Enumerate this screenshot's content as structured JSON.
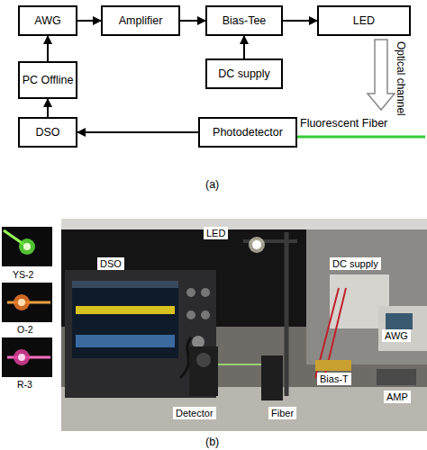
{
  "diagram": {
    "nodes": [
      {
        "text": [
          "AWG"
        ]
      },
      {
        "text": [
          "Amplifier"
        ]
      },
      {
        "text": [
          "Bias-Tee"
        ]
      },
      {
        "text": [
          "LED"
        ]
      },
      {
        "text": [
          "PC Offline"
        ]
      },
      {
        "text": [
          "DC supply"
        ]
      },
      {
        "text": [
          "DSO"
        ]
      },
      {
        "text": [
          "Photodetector"
        ]
      }
    ],
    "edges": [
      {
        "from": 0,
        "to": 1,
        "arrow": "to"
      },
      {
        "from": 1,
        "to": 2,
        "arrow": "to"
      },
      {
        "from": 2,
        "to": 3,
        "arrow": "to"
      },
      {
        "from": 5,
        "to": 2,
        "arrow": "to"
      },
      {
        "from": 4,
        "to": 0,
        "arrow": "to"
      },
      {
        "from": 6,
        "to": 4,
        "arrow": "to"
      },
      {
        "from": 7,
        "to": 6,
        "arrow": "to"
      }
    ],
    "labels": [
      "Optical channel",
      "Fluorescent Fiber",
      "(a)",
      "YS-2",
      "O-2",
      "R-3",
      "LED",
      "DSO",
      "DC supply",
      "AWG",
      "Bias-T",
      "AMP",
      "Detector",
      "Fiber",
      "(b)"
    ]
  }
}
